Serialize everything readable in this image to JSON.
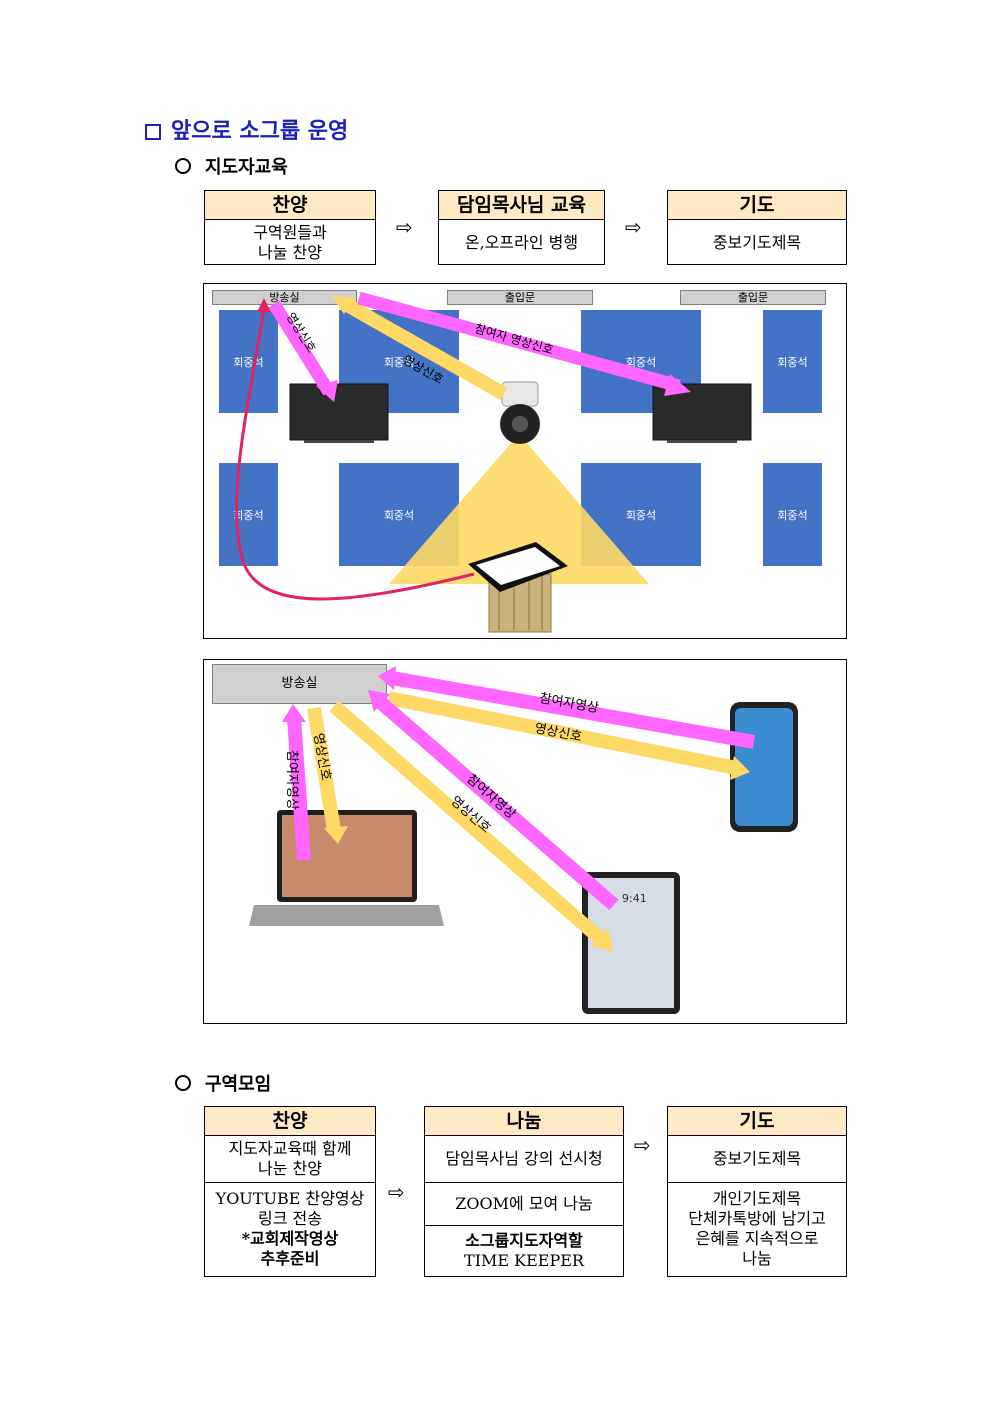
{
  "section_title": "앞으로 소그룹 운영",
  "leader_section": {
    "title": "지도자교육",
    "boxes": [
      {
        "header": "찬양",
        "lines": [
          "구역원들과",
          "나눌 찬양"
        ]
      },
      {
        "header": "담임목사님 교육",
        "lines": [
          "온,오프라인 병행"
        ]
      },
      {
        "header": "기도",
        "lines": [
          "중보기도제목"
        ]
      }
    ],
    "arrow": "⇨"
  },
  "diagram1": {
    "broadcast_room": "방송실",
    "entrance_1": "출입문",
    "entrance_2": "출입문",
    "seat_label": "회중석",
    "arrow_participant_video": "참여자 영상신호",
    "arrow_video_signal": "영상신호",
    "arrow_video_to_tv": "영상신호"
  },
  "diagram2": {
    "broadcast_room": "방송실",
    "label_participant_video": "참여자영상",
    "label_video_signal": "영상신호",
    "ipad_time": "9:41"
  },
  "district_section": {
    "title": "구역모임",
    "col1": {
      "header": "찬양",
      "cell1": [
        "지도자교육때 함께",
        "나눈 찬양"
      ],
      "cell2": [
        "YOUTUBE 찬양영상",
        "링크 전송"
      ],
      "cell2_bold": [
        "*교회제작영상",
        "추후준비"
      ]
    },
    "col2": {
      "header": "나눔",
      "cell1": [
        "담임목사님 강의 선시청"
      ],
      "cell2": [
        "ZOOM에 모여 나눔"
      ],
      "cell3_bold": "소그룹지도자역할",
      "cell3": "TIME KEEPER"
    },
    "col3": {
      "header": "기도",
      "cell1": [
        "중보기도제목"
      ],
      "cell2": [
        "개인기도제목",
        "단체카톡방에 남기고",
        "은혜를 지속적으로",
        "나눔"
      ]
    },
    "arrow": "⇨"
  },
  "colors": {
    "title_blue": "#1f1fb8",
    "header_fill": "#fde9c4",
    "seat_blue": "#4472c4",
    "magenta": "#ff66ff",
    "yellow": "#ffd966"
  }
}
